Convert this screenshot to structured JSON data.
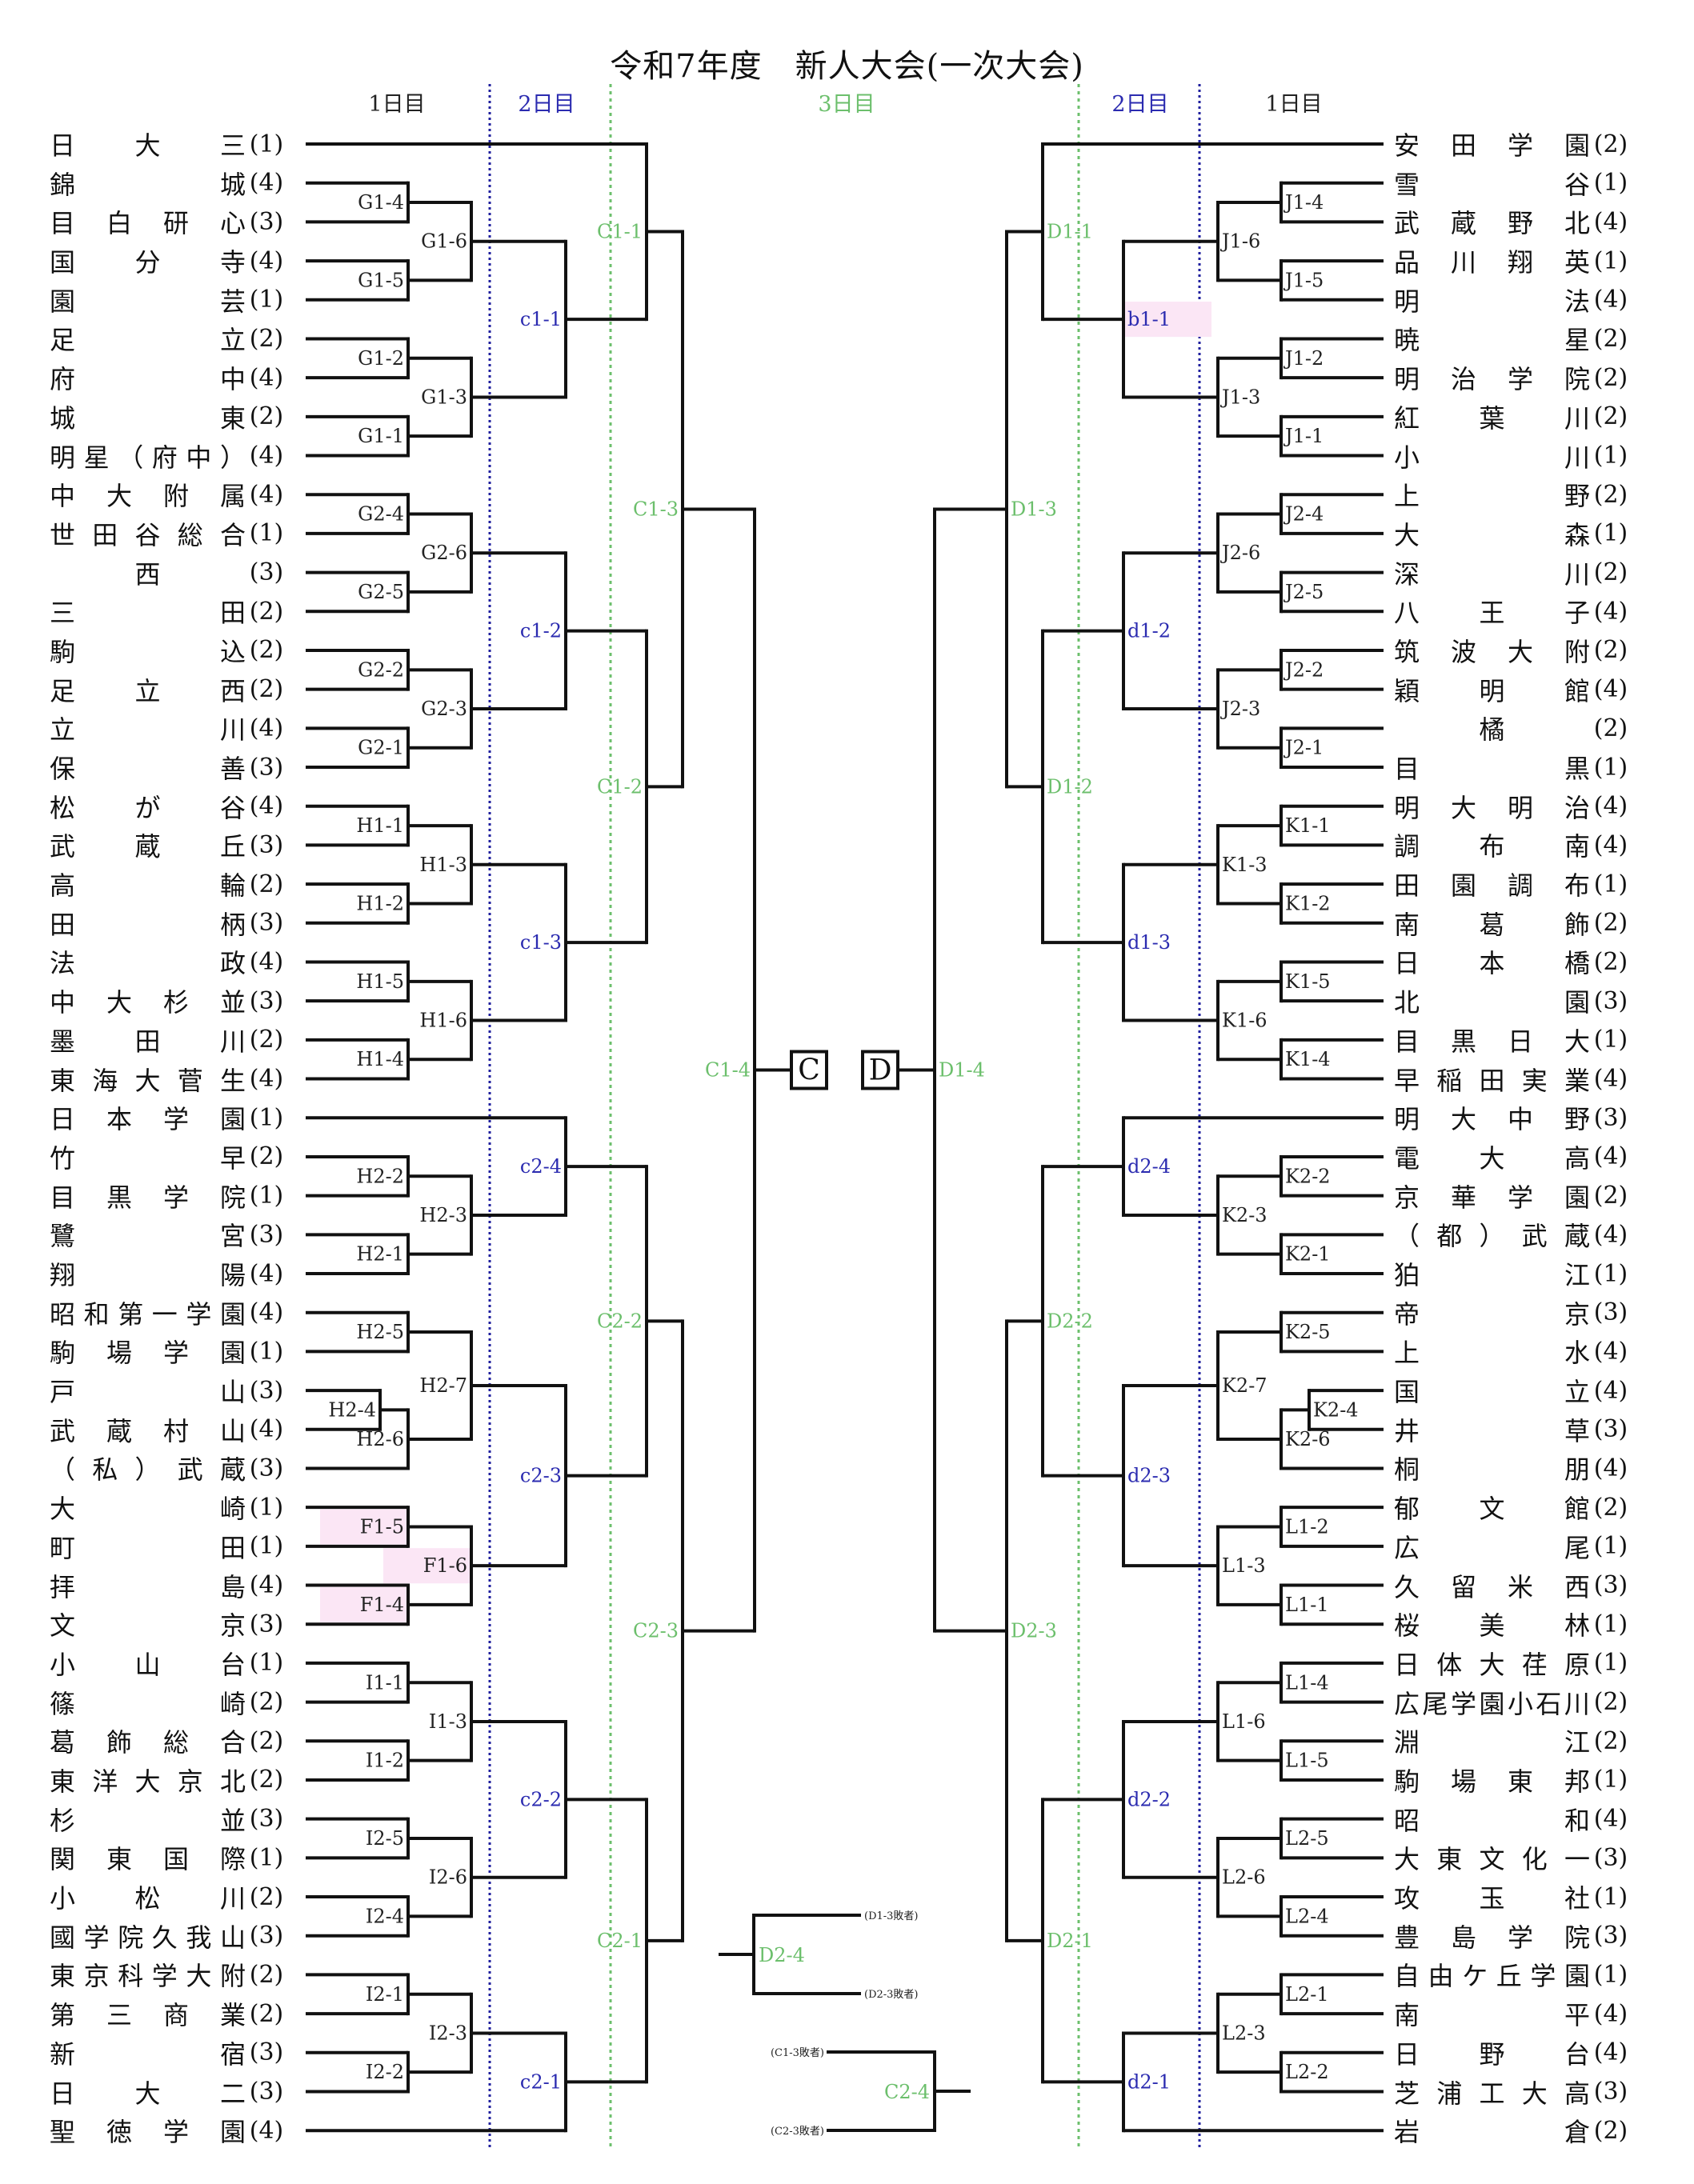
{
  "title": "令和7年度　新人大会(一次大会)",
  "day_headers": {
    "left_day1": "1日目",
    "left_day2": "2日目",
    "day3": "3日目",
    "right_day2": "2日目",
    "right_day1": "1日目"
  },
  "colors": {
    "line": "#111111",
    "day2_divider": "#1f1f9e",
    "day3_divider": "#6cbf6c",
    "label_day1": "#222222",
    "label_day2": "#2b2bb0",
    "label_day3": "#6cbf6c",
    "highlight": "#fbe6f5"
  },
  "left_teams": [
    {
      "name": "日　大　三",
      "seed": "(1)"
    },
    {
      "name": "錦　　　城",
      "seed": "(4)"
    },
    {
      "name": "目白研心",
      "seed": "(3)"
    },
    {
      "name": "国　分　寺",
      "seed": "(4)"
    },
    {
      "name": "園　　　芸",
      "seed": "(1)"
    },
    {
      "name": "足　　　立",
      "seed": "(2)"
    },
    {
      "name": "府　　　中",
      "seed": "(4)"
    },
    {
      "name": "城　　　東",
      "seed": "(2)"
    },
    {
      "name": "明星(府中)",
      "seed": "(4)"
    },
    {
      "name": "中大附属",
      "seed": "(4)"
    },
    {
      "name": "世田谷総合",
      "seed": "(1)"
    },
    {
      "name": "　　西　　",
      "seed": "(3)"
    },
    {
      "name": "三　　　田",
      "seed": "(2)"
    },
    {
      "name": "駒　　　込",
      "seed": "(2)"
    },
    {
      "name": "足　立　西",
      "seed": "(2)"
    },
    {
      "name": "立　　　川",
      "seed": "(4)"
    },
    {
      "name": "保　　　善",
      "seed": "(3)"
    },
    {
      "name": "松　が　谷",
      "seed": "(4)"
    },
    {
      "name": "武　蔵　丘",
      "seed": "(3)"
    },
    {
      "name": "高　　　輪",
      "seed": "(2)"
    },
    {
      "name": "田　　　柄",
      "seed": "(3)"
    },
    {
      "name": "法　　　政",
      "seed": "(4)"
    },
    {
      "name": "中大杉並",
      "seed": "(3)"
    },
    {
      "name": "墨　田　川",
      "seed": "(2)"
    },
    {
      "name": "東海大菅生",
      "seed": "(4)"
    },
    {
      "name": "日本学園",
      "seed": "(1)"
    },
    {
      "name": "竹　　　早",
      "seed": "(2)"
    },
    {
      "name": "目黒学院",
      "seed": "(1)"
    },
    {
      "name": "鷺　　　宮",
      "seed": "(3)"
    },
    {
      "name": "翔　　　陽",
      "seed": "(4)"
    },
    {
      "name": "昭和第一学園",
      "seed": "(4)"
    },
    {
      "name": "駒場学園",
      "seed": "(1)"
    },
    {
      "name": "戸　　　山",
      "seed": "(3)"
    },
    {
      "name": "武蔵村山",
      "seed": "(4)"
    },
    {
      "name": "(私)武蔵",
      "seed": "(3)"
    },
    {
      "name": "大　　　崎",
      "seed": "(1)"
    },
    {
      "name": "町　　　田",
      "seed": "(1)"
    },
    {
      "name": "拝　　　島",
      "seed": "(4)"
    },
    {
      "name": "文　　　京",
      "seed": "(3)"
    },
    {
      "name": "小　山　台",
      "seed": "(1)"
    },
    {
      "name": "篠　　　崎",
      "seed": "(2)"
    },
    {
      "name": "葛飾総合",
      "seed": "(2)"
    },
    {
      "name": "東洋大京北",
      "seed": "(2)"
    },
    {
      "name": "杉　　　並",
      "seed": "(3)"
    },
    {
      "name": "関東国際",
      "seed": "(1)"
    },
    {
      "name": "小　松　川",
      "seed": "(2)"
    },
    {
      "name": "國学院久我山",
      "seed": "(3)"
    },
    {
      "name": "東京科学大附",
      "seed": "(2)"
    },
    {
      "name": "第三商業",
      "seed": "(2)"
    },
    {
      "name": "新　　　宿",
      "seed": "(3)"
    },
    {
      "name": "日　大　二",
      "seed": "(3)"
    },
    {
      "name": "聖徳学園",
      "seed": "(4)"
    }
  ],
  "right_teams": [
    {
      "name": "安田学園",
      "seed": "(2)"
    },
    {
      "name": "雪　　　谷",
      "seed": "(1)"
    },
    {
      "name": "武蔵野北",
      "seed": "(4)"
    },
    {
      "name": "品川翔英",
      "seed": "(1)"
    },
    {
      "name": "明　　　法",
      "seed": "(4)"
    },
    {
      "name": "暁　　　星",
      "seed": "(2)"
    },
    {
      "name": "明治学院",
      "seed": "(2)"
    },
    {
      "name": "紅　葉　川",
      "seed": "(2)"
    },
    {
      "name": "小　　　川",
      "seed": "(1)"
    },
    {
      "name": "上　　　野",
      "seed": "(2)"
    },
    {
      "name": "大　　　森",
      "seed": "(1)"
    },
    {
      "name": "深　　　川",
      "seed": "(2)"
    },
    {
      "name": "八　王　子",
      "seed": "(4)"
    },
    {
      "name": "筑波大附",
      "seed": "(2)"
    },
    {
      "name": "穎　明　館",
      "seed": "(4)"
    },
    {
      "name": "　　橘　　",
      "seed": "(2)"
    },
    {
      "name": "目　　　黒",
      "seed": "(1)"
    },
    {
      "name": "明大明治",
      "seed": "(4)"
    },
    {
      "name": "調　布　南",
      "seed": "(4)"
    },
    {
      "name": "田園調布",
      "seed": "(1)"
    },
    {
      "name": "南　葛　飾",
      "seed": "(2)"
    },
    {
      "name": "日　本　橋",
      "seed": "(2)"
    },
    {
      "name": "北　　　園",
      "seed": "(3)"
    },
    {
      "name": "目黒日大",
      "seed": "(1)"
    },
    {
      "name": "早稲田実業",
      "seed": "(4)"
    },
    {
      "name": "明大中野",
      "seed": "(3)"
    },
    {
      "name": "電　大　高",
      "seed": "(4)"
    },
    {
      "name": "京華学園",
      "seed": "(2)"
    },
    {
      "name": "(都)武蔵",
      "seed": "(4)"
    },
    {
      "name": "狛　　　江",
      "seed": "(1)"
    },
    {
      "name": "帝　　　京",
      "seed": "(3)"
    },
    {
      "name": "上　　　水",
      "seed": "(4)"
    },
    {
      "name": "国　　　立",
      "seed": "(4)"
    },
    {
      "name": "井　　　草",
      "seed": "(3)"
    },
    {
      "name": "桐　　　朋",
      "seed": "(4)"
    },
    {
      "name": "郁　文　館",
      "seed": "(2)"
    },
    {
      "name": "広　　　尾",
      "seed": "(1)"
    },
    {
      "name": "久留米西",
      "seed": "(3)"
    },
    {
      "name": "桜　美　林",
      "seed": "(1)"
    },
    {
      "name": "日体大荏原",
      "seed": "(1)"
    },
    {
      "name": "広尾学園小石川",
      "seed": "(2)"
    },
    {
      "name": "淵　　　江",
      "seed": "(2)"
    },
    {
      "name": "駒場東邦",
      "seed": "(1)"
    },
    {
      "name": "昭　　　和",
      "seed": "(4)"
    },
    {
      "name": "大東文化一",
      "seed": "(3)"
    },
    {
      "name": "攻　玉　社",
      "seed": "(1)"
    },
    {
      "name": "豊島学院",
      "seed": "(3)"
    },
    {
      "name": "自由ケ丘学園",
      "seed": "(1)"
    },
    {
      "name": "南　　　平",
      "seed": "(4)"
    },
    {
      "name": "日　野　台",
      "seed": "(4)"
    },
    {
      "name": "芝浦工大高",
      "seed": "(3)"
    },
    {
      "name": "岩　　　倉",
      "seed": "(2)"
    }
  ],
  "left_matches": [
    {
      "id": "G1-4",
      "day": 1,
      "a": "t1",
      "b": "t2"
    },
    {
      "id": "G1-5",
      "day": 1,
      "a": "t3",
      "b": "t4"
    },
    {
      "id": "G1-6",
      "day": 1,
      "a": "G1-4",
      "b": "G1-5"
    },
    {
      "id": "G1-2",
      "day": 1,
      "a": "t5",
      "b": "t6"
    },
    {
      "id": "G1-1",
      "day": 1,
      "a": "t7",
      "b": "t8"
    },
    {
      "id": "G1-3",
      "day": 1,
      "a": "G1-2",
      "b": "G1-1"
    },
    {
      "id": "c1-1",
      "day": 2,
      "a": "G1-6",
      "b": "G1-3"
    },
    {
      "id": "C1-1",
      "day": 3,
      "a": "t0",
      "b": "c1-1"
    },
    {
      "id": "G2-4",
      "day": 1,
      "a": "t9",
      "b": "t10"
    },
    {
      "id": "G2-5",
      "day": 1,
      "a": "t11",
      "b": "t12"
    },
    {
      "id": "G2-6",
      "day": 1,
      "a": "G2-4",
      "b": "G2-5"
    },
    {
      "id": "G2-2",
      "day": 1,
      "a": "t13",
      "b": "t14"
    },
    {
      "id": "G2-1",
      "day": 1,
      "a": "t15",
      "b": "t16"
    },
    {
      "id": "G2-3",
      "day": 1,
      "a": "G2-2",
      "b": "G2-1"
    },
    {
      "id": "c1-2",
      "day": 2,
      "a": "G2-6",
      "b": "G2-3"
    },
    {
      "id": "H1-1",
      "day": 1,
      "a": "t17",
      "b": "t18"
    },
    {
      "id": "H1-2",
      "day": 1,
      "a": "t19",
      "b": "t20"
    },
    {
      "id": "H1-3",
      "day": 1,
      "a": "H1-1",
      "b": "H1-2"
    },
    {
      "id": "H1-5",
      "day": 1,
      "a": "t21",
      "b": "t22"
    },
    {
      "id": "H1-4",
      "day": 1,
      "a": "t23",
      "b": "t24"
    },
    {
      "id": "H1-6",
      "day": 1,
      "a": "H1-5",
      "b": "H1-4"
    },
    {
      "id": "c1-3",
      "day": 2,
      "a": "H1-3",
      "b": "H1-6"
    },
    {
      "id": "C1-2",
      "day": 3,
      "a": "c1-2",
      "b": "c1-3"
    },
    {
      "id": "C1-3",
      "day": 3,
      "a": "C1-1",
      "b": "C1-2"
    },
    {
      "id": "H2-2",
      "day": 1,
      "a": "t26",
      "b": "t27"
    },
    {
      "id": "H2-1",
      "day": 1,
      "a": "t28",
      "b": "t29"
    },
    {
      "id": "H2-3",
      "day": 1,
      "a": "H2-2",
      "b": "H2-1"
    },
    {
      "id": "c2-4",
      "day": 2,
      "a": "t25",
      "b": "H2-3"
    },
    {
      "id": "H2-5",
      "day": 1,
      "a": "t30",
      "b": "t31"
    },
    {
      "id": "H2-4",
      "day": 1,
      "a": "t32",
      "b": "t33",
      "inner": true
    },
    {
      "id": "H2-6",
      "day": 1,
      "a": "H2-4",
      "b": "t34"
    },
    {
      "id": "H2-7",
      "day": 1,
      "a": "H2-5",
      "b": "H2-6"
    },
    {
      "id": "F1-5",
      "day": 1,
      "a": "t35",
      "b": "t36",
      "highlight": true
    },
    {
      "id": "F1-4",
      "day": 1,
      "a": "t37",
      "b": "t38",
      "highlight": true
    },
    {
      "id": "F1-6",
      "day": 1,
      "a": "F1-5",
      "b": "F1-4",
      "highlight": true
    },
    {
      "id": "c2-3",
      "day": 2,
      "a": "H2-7",
      "b": "F1-6"
    },
    {
      "id": "C2-2",
      "day": 3,
      "a": "c2-4",
      "b": "c2-3"
    },
    {
      "id": "I1-1",
      "day": 1,
      "a": "t39",
      "b": "t40"
    },
    {
      "id": "I1-2",
      "day": 1,
      "a": "t41",
      "b": "t42"
    },
    {
      "id": "I1-3",
      "day": 1,
      "a": "I1-1",
      "b": "I1-2"
    },
    {
      "id": "I2-5",
      "day": 1,
      "a": "t43",
      "b": "t44"
    },
    {
      "id": "I2-4",
      "day": 1,
      "a": "t45",
      "b": "t46"
    },
    {
      "id": "I2-6",
      "day": 1,
      "a": "I2-5",
      "b": "I2-4"
    },
    {
      "id": "c2-2",
      "day": 2,
      "a": "I1-3",
      "b": "I2-6"
    },
    {
      "id": "I2-1",
      "day": 1,
      "a": "t47",
      "b": "t48"
    },
    {
      "id": "I2-2",
      "day": 1,
      "a": "t49",
      "b": "t50"
    },
    {
      "id": "I2-3",
      "day": 1,
      "a": "I2-1",
      "b": "I2-2"
    },
    {
      "id": "c2-1",
      "day": 2,
      "a": "I2-3",
      "b": "t51"
    },
    {
      "id": "C2-1",
      "day": 3,
      "a": "c2-2",
      "b": "c2-1"
    },
    {
      "id": "C2-3",
      "day": 3,
      "a": "C2-2",
      "b": "C2-1"
    },
    {
      "id": "C1-4",
      "day": 3,
      "a": "C1-3",
      "b": "C2-3"
    }
  ],
  "right_matches": [
    {
      "id": "J1-4",
      "day": 1,
      "a": "t1",
      "b": "t2"
    },
    {
      "id": "J1-5",
      "day": 1,
      "a": "t3",
      "b": "t4"
    },
    {
      "id": "J1-6",
      "day": 1,
      "a": "J1-4",
      "b": "J1-5"
    },
    {
      "id": "J1-2",
      "day": 1,
      "a": "t5",
      "b": "t6"
    },
    {
      "id": "J1-1",
      "day": 1,
      "a": "t7",
      "b": "t8"
    },
    {
      "id": "J1-3",
      "day": 1,
      "a": "J1-2",
      "b": "J1-1"
    },
    {
      "id": "b1-1",
      "day": 2,
      "a": "J1-6",
      "b": "J1-3",
      "highlight": true
    },
    {
      "id": "D1-1",
      "day": 3,
      "a": "t0",
      "b": "b1-1"
    },
    {
      "id": "J2-4",
      "day": 1,
      "a": "t9",
      "b": "t10"
    },
    {
      "id": "J2-5",
      "day": 1,
      "a": "t11",
      "b": "t12"
    },
    {
      "id": "J2-6",
      "day": 1,
      "a": "J2-4",
      "b": "J2-5"
    },
    {
      "id": "J2-2",
      "day": 1,
      "a": "t13",
      "b": "t14"
    },
    {
      "id": "J2-1",
      "day": 1,
      "a": "t15",
      "b": "t16"
    },
    {
      "id": "J2-3",
      "day": 1,
      "a": "J2-2",
      "b": "J2-1"
    },
    {
      "id": "d1-2",
      "day": 2,
      "a": "J2-6",
      "b": "J2-3"
    },
    {
      "id": "K1-1",
      "day": 1,
      "a": "t17",
      "b": "t18"
    },
    {
      "id": "K1-2",
      "day": 1,
      "a": "t19",
      "b": "t20"
    },
    {
      "id": "K1-3",
      "day": 1,
      "a": "K1-1",
      "b": "K1-2"
    },
    {
      "id": "K1-5",
      "day": 1,
      "a": "t21",
      "b": "t22"
    },
    {
      "id": "K1-4",
      "day": 1,
      "a": "t23",
      "b": "t24"
    },
    {
      "id": "K1-6",
      "day": 1,
      "a": "K1-5",
      "b": "K1-4"
    },
    {
      "id": "d1-3",
      "day": 2,
      "a": "K1-3",
      "b": "K1-6"
    },
    {
      "id": "D1-2",
      "day": 3,
      "a": "d1-2",
      "b": "d1-3"
    },
    {
      "id": "D1-3",
      "day": 3,
      "a": "D1-1",
      "b": "D1-2"
    },
    {
      "id": "K2-2",
      "day": 1,
      "a": "t26",
      "b": "t27"
    },
    {
      "id": "K2-1",
      "day": 1,
      "a": "t28",
      "b": "t29"
    },
    {
      "id": "K2-3",
      "day": 1,
      "a": "K2-2",
      "b": "K2-1"
    },
    {
      "id": "d2-4",
      "day": 2,
      "a": "t25",
      "b": "K2-3"
    },
    {
      "id": "K2-5",
      "day": 1,
      "a": "t30",
      "b": "t31"
    },
    {
      "id": "K2-4",
      "day": 1,
      "a": "t32",
      "b": "t33",
      "inner": true
    },
    {
      "id": "K2-6",
      "day": 1,
      "a": "K2-4",
      "b": "t34"
    },
    {
      "id": "K2-7",
      "day": 1,
      "a": "K2-5",
      "b": "K2-6"
    },
    {
      "id": "L1-2",
      "day": 1,
      "a": "t35",
      "b": "t36"
    },
    {
      "id": "L1-1",
      "day": 1,
      "a": "t37",
      "b": "t38"
    },
    {
      "id": "L1-3",
      "day": 1,
      "a": "L1-2",
      "b": "L1-1"
    },
    {
      "id": "d2-3",
      "day": 2,
      "a": "K2-7",
      "b": "L1-3"
    },
    {
      "id": "D2-2",
      "day": 3,
      "a": "d2-4",
      "b": "d2-3"
    },
    {
      "id": "L1-4",
      "day": 1,
      "a": "t39",
      "b": "t40"
    },
    {
      "id": "L1-5",
      "day": 1,
      "a": "t41",
      "b": "t42"
    },
    {
      "id": "L1-6",
      "day": 1,
      "a": "L1-4",
      "b": "L1-5"
    },
    {
      "id": "L2-5",
      "day": 1,
      "a": "t43",
      "b": "t44"
    },
    {
      "id": "L2-4",
      "day": 1,
      "a": "t45",
      "b": "t46"
    },
    {
      "id": "L2-6",
      "day": 1,
      "a": "L2-5",
      "b": "L2-4"
    },
    {
      "id": "d2-2",
      "day": 2,
      "a": "L1-6",
      "b": "L2-6"
    },
    {
      "id": "L2-1",
      "day": 1,
      "a": "t47",
      "b": "t48"
    },
    {
      "id": "L2-2",
      "day": 1,
      "a": "t49",
      "b": "t50"
    },
    {
      "id": "L2-3",
      "day": 1,
      "a": "L2-1",
      "b": "L2-2"
    },
    {
      "id": "d2-1",
      "day": 2,
      "a": "L2-3",
      "b": "t51"
    },
    {
      "id": "D2-1",
      "day": 3,
      "a": "d2-2",
      "b": "d2-1"
    },
    {
      "id": "D2-3",
      "day": 3,
      "a": "D2-2",
      "b": "D2-1"
    },
    {
      "id": "D1-4",
      "day": 3,
      "a": "D1-3",
      "b": "D2-3"
    }
  ],
  "finals": {
    "left_box": "C",
    "right_box": "D"
  },
  "consolation": [
    {
      "id": "D2-4",
      "day": 3,
      "top_source": "(D1-3敗者)",
      "bottom_source": "(D2-3敗者)"
    },
    {
      "id": "C2-4",
      "day": 3,
      "top_source": "(C1-3敗者)",
      "bottom_source": "(C2-3敗者)"
    }
  ]
}
